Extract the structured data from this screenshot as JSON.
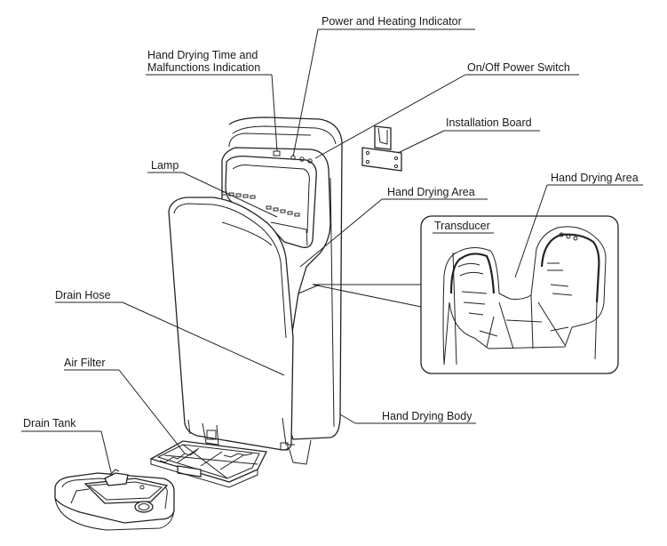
{
  "labels": {
    "power_heating": "Power and Heating Indicator",
    "hand_drying_time_line1": "Hand Drying Time and",
    "hand_drying_time_line2": "Malfunctions Indication",
    "on_off_switch": "On/Off Power Switch",
    "installation_board": "Installation Board",
    "lamp": "Lamp",
    "hand_drying_area_main": "Hand Drying Area",
    "hand_drying_area_inset": "Hand Drying Area",
    "transducer": "Transducer",
    "drain_hose": "Drain Hose",
    "air_filter": "Air Filter",
    "drain_tank": "Drain Tank",
    "hand_drying_body": "Hand Drying Body"
  },
  "icons": [
    "hand-dryer-body",
    "installation-board",
    "air-filter",
    "drain-tank",
    "drying-area-inset"
  ]
}
